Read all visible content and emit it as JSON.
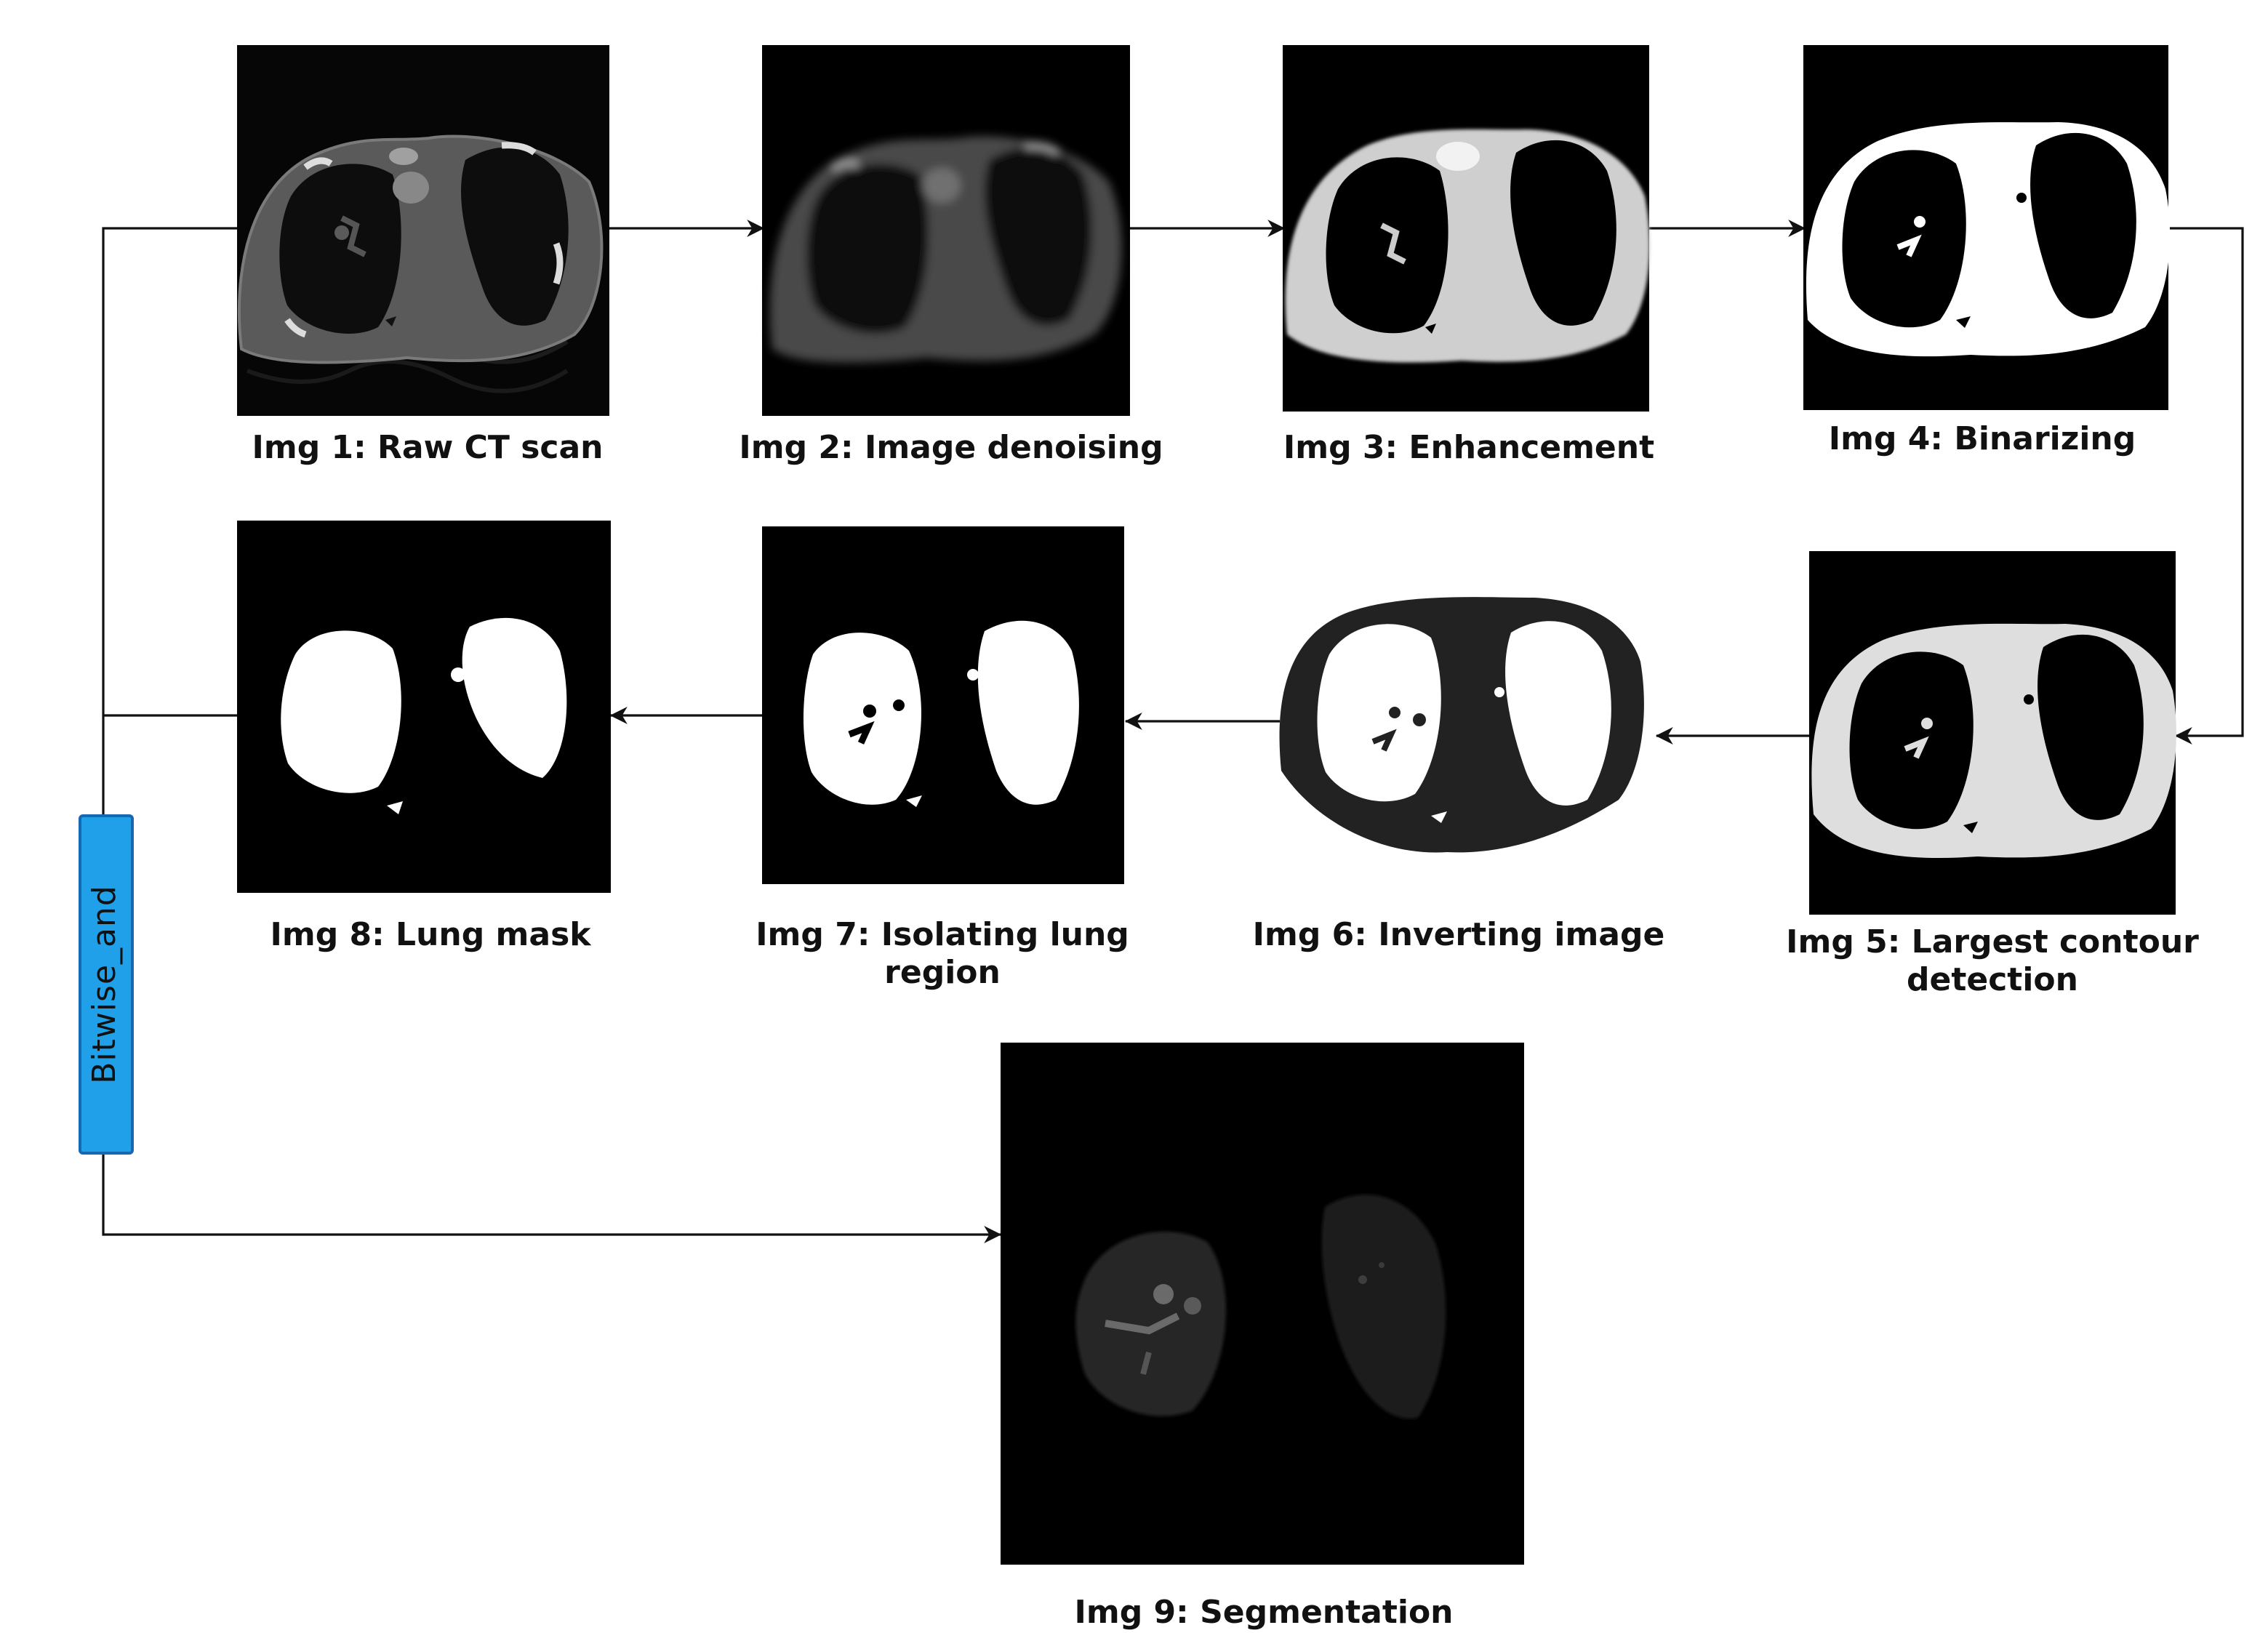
{
  "diagram": {
    "operation_label": "Bitwise_and",
    "colors": {
      "operation_box_fill": "#1fa0e8",
      "operation_box_stroke": "#1668b0",
      "panel_background": "#000000",
      "connector": "#111111"
    },
    "steps": [
      {
        "id": "img1",
        "caption": "Img 1: Raw CT scan",
        "icon": "raw-ct-scan-image"
      },
      {
        "id": "img2",
        "caption": "Img 2: Image denoising",
        "icon": "denoised-ct-image"
      },
      {
        "id": "img3",
        "caption": "Img 3: Enhancement",
        "icon": "enhanced-ct-image"
      },
      {
        "id": "img4",
        "caption": "Img 4: Binarizing",
        "icon": "binarized-ct-image"
      },
      {
        "id": "img5",
        "caption_lines": [
          "Img 5: Largest contour",
          "detection"
        ],
        "icon": "largest-contour-image"
      },
      {
        "id": "img6",
        "caption": "Img 6: Inverting image",
        "icon": "inverted-ct-image"
      },
      {
        "id": "img7",
        "caption_lines": [
          "Img 7: Isolating lung",
          "region"
        ],
        "icon": "isolated-lung-image"
      },
      {
        "id": "img8",
        "caption": "Img 8: Lung mask",
        "icon": "lung-mask-image"
      },
      {
        "id": "img9",
        "caption": "Img 9: Segmentation",
        "icon": "segmented-lung-image"
      }
    ]
  }
}
